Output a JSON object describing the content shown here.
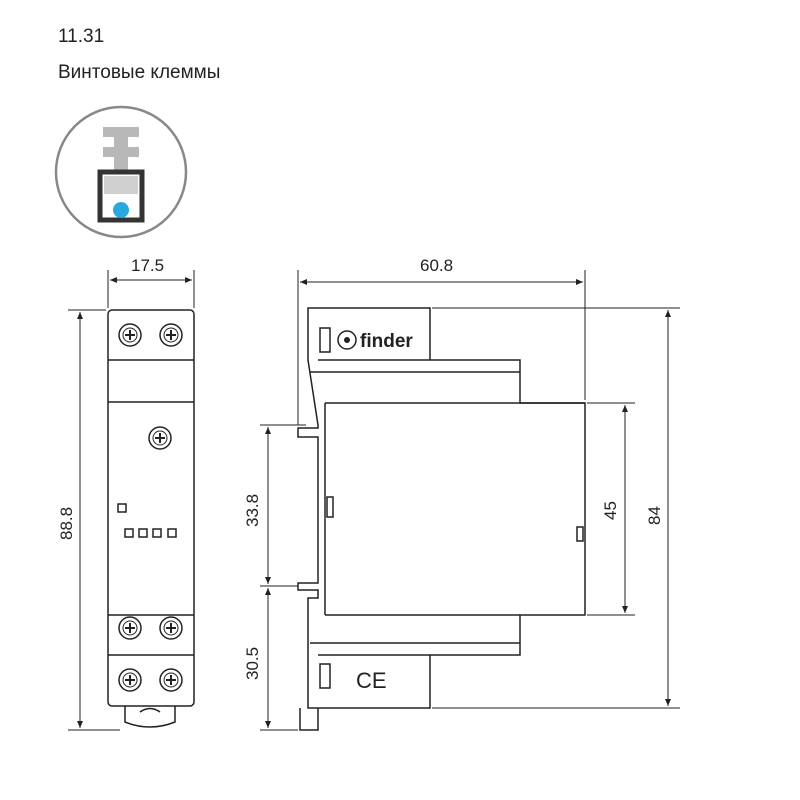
{
  "header": {
    "model": "11.31",
    "subtitle": "Винтовые клеммы"
  },
  "dimensions": {
    "width_front": "17.5",
    "height_front": "88.8",
    "depth_side": "60.8",
    "height_side_total": "84",
    "height_front_cover": "45",
    "rail_upper": "33.8",
    "rail_lower": "30.5"
  },
  "branding": {
    "logo_text": "finder",
    "ce_mark": "CE"
  },
  "icons": {
    "terminal": "screw-terminal-icon",
    "accent_color": "#29a8e0"
  }
}
